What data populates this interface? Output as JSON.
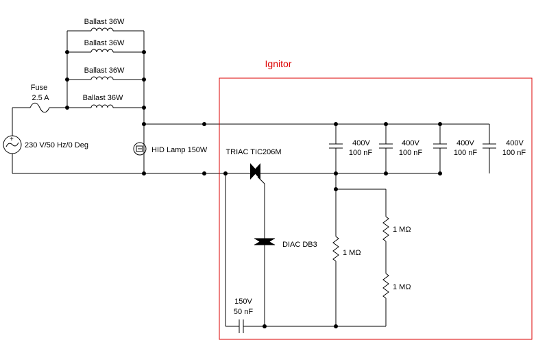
{
  "ballasts": [
    {
      "label": "Ballast 36W"
    },
    {
      "label": "Ballast 36W"
    },
    {
      "label": "Ballast 36W"
    },
    {
      "label": "Ballast 36W"
    }
  ],
  "fuse": {
    "name": "Fuse",
    "rating": "2.5 A"
  },
  "source": {
    "label": "230 V/50 Hz/0 Deg"
  },
  "lamp": {
    "label": "HID Lamp 150W"
  },
  "ignitor": {
    "title": "Ignitor",
    "border_color": "#dd0000"
  },
  "triac": {
    "label": "TRIAC TIC206M"
  },
  "diac": {
    "label": "DIAC DB3"
  },
  "capacitors": [
    {
      "voltage": "400V",
      "value": "100 nF"
    },
    {
      "voltage": "400V",
      "value": "100 nF"
    },
    {
      "voltage": "400V",
      "value": "100 nF"
    },
    {
      "voltage": "400V",
      "value": "100 nF"
    }
  ],
  "timing_capacitor": {
    "voltage": "150V",
    "value": "50 nF"
  },
  "resistors": [
    {
      "label": "1 MΩ"
    },
    {
      "label": "1 MΩ"
    },
    {
      "label": "1 MΩ"
    }
  ]
}
